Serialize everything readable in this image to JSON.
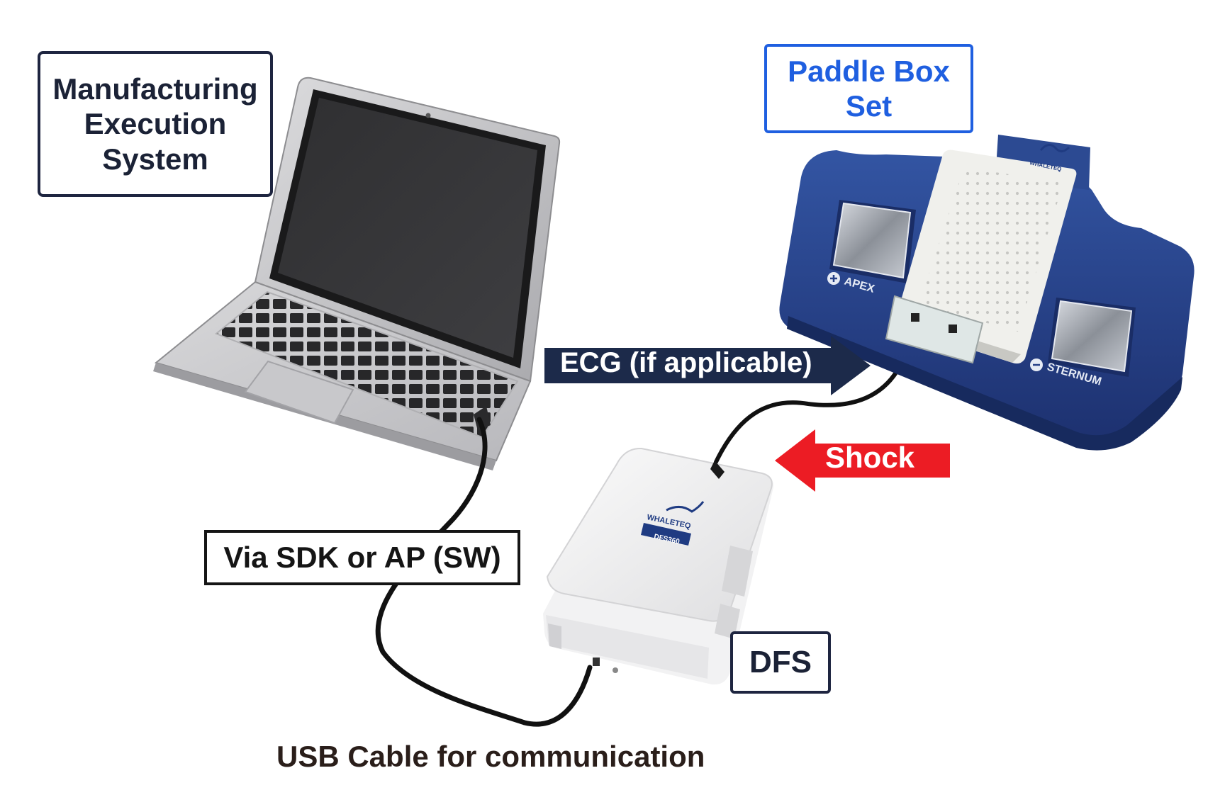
{
  "labels": {
    "mes_line1": "Manufacturing",
    "mes_line2": "Execution",
    "mes_line3": "System",
    "paddle_line1": "Paddle Box",
    "paddle_line2": "Set",
    "sdk": "Via SDK or AP (SW)",
    "dfs": "DFS",
    "usb": "USB Cable for communication"
  },
  "arrows": {
    "ecg": "ECG (if applicable)",
    "shock": "Shock"
  },
  "device": {
    "apex": "APEX",
    "sternum": "STERNUM",
    "brand": "WHALETEQ",
    "model": "DFS360"
  },
  "colors": {
    "navy_arrow": "#1c2a4a",
    "shock_red": "#ec1c24",
    "paddle_blue": "#1f5fe0",
    "paddle_tray": "#253f86"
  }
}
